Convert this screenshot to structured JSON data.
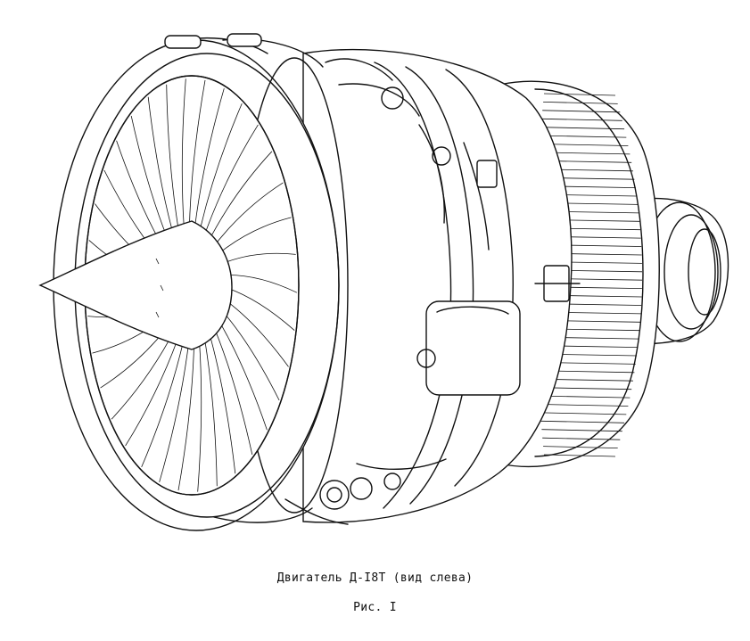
{
  "figure": {
    "subject": "engine-drawing",
    "icon": "turbofan-engine-icon"
  },
  "caption": {
    "title": "Двигатель Д-I8T (вид слева)",
    "figure_label": "Рис. I"
  },
  "colors": {
    "ink": "#111111",
    "paper": "#ffffff"
  }
}
